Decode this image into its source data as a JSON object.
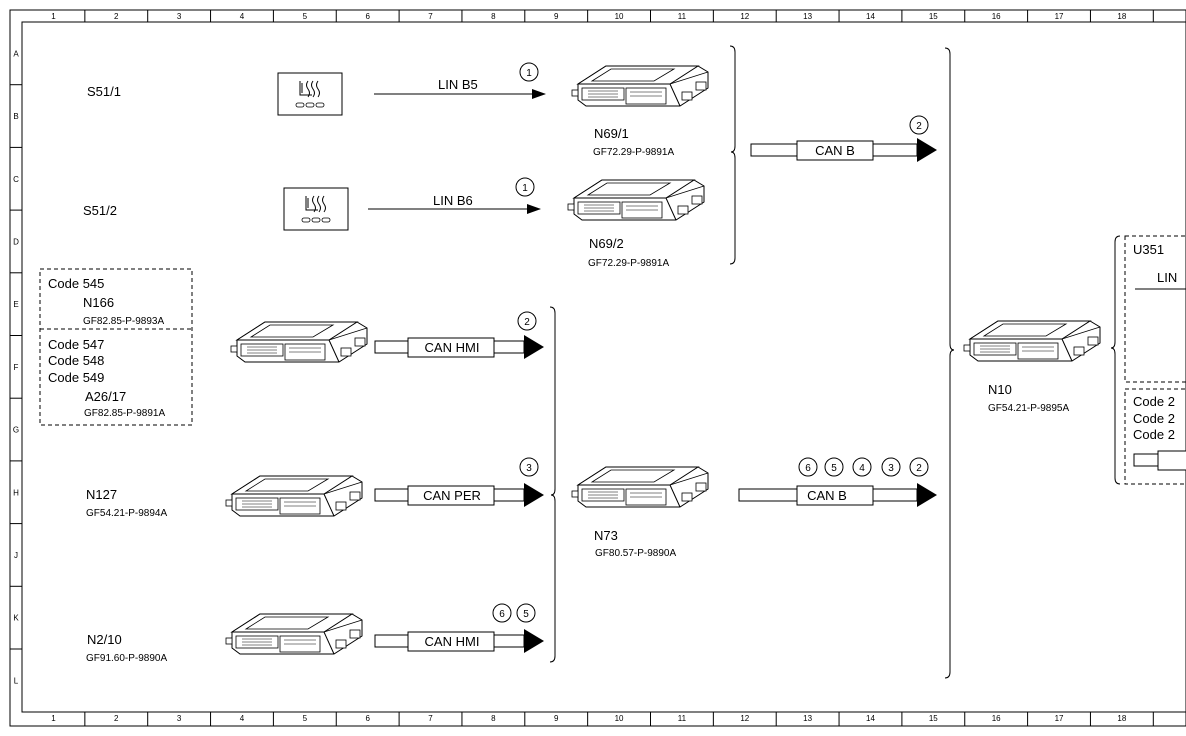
{
  "ruler": {
    "columns": [
      "1",
      "2",
      "3",
      "4",
      "5",
      "6",
      "7",
      "8",
      "9",
      "10",
      "11",
      "12",
      "13",
      "14",
      "15",
      "16",
      "17",
      "18"
    ],
    "rows": [
      "A",
      "B",
      "C",
      "D",
      "E",
      "F",
      "G",
      "H",
      "J",
      "K",
      "L"
    ]
  },
  "switches": [
    {
      "id": "s51-1",
      "label": "S51/1",
      "icon": "seat-heater-icon"
    },
    {
      "id": "s51-2",
      "label": "S51/2",
      "icon": "seat-heater-icon"
    }
  ],
  "modules": [
    {
      "id": "n69-1",
      "label": "N69/1",
      "part": "GF72.29-P-9891A"
    },
    {
      "id": "n69-2",
      "label": "N69/2",
      "part": "GF72.29-P-9891A"
    },
    {
      "id": "n166",
      "label": "N166",
      "part": "GF82.85-P-9893A"
    },
    {
      "id": "a26-17",
      "label": "A26/17",
      "part": "GF82.85-P-9891A"
    },
    {
      "id": "n127",
      "label": "N127",
      "part": "GF54.21-P-9894A"
    },
    {
      "id": "n2-10",
      "label": "N2/10",
      "part": "GF91.60-P-9890A"
    },
    {
      "id": "n73",
      "label": "N73",
      "part": "GF80.57-P-9890A"
    },
    {
      "id": "n10",
      "label": "N10",
      "part": "GF54.21-P-9895A"
    }
  ],
  "code_box": {
    "top_code": "Code 545",
    "bottom_codes": [
      "Code 547",
      "Code 548",
      "Code 549"
    ]
  },
  "buses": [
    {
      "id": "lin-b5",
      "label": "LIN B5",
      "circles": [
        "1"
      ]
    },
    {
      "id": "lin-b6",
      "label": "LIN B6",
      "circles": [
        "1"
      ]
    },
    {
      "id": "can-b-top",
      "label": "CAN B",
      "circles": [
        "2"
      ]
    },
    {
      "id": "can-hmi-1",
      "label": "CAN HMI",
      "circles": [
        "2"
      ]
    },
    {
      "id": "can-per",
      "label": "CAN PER",
      "circles": [
        "3"
      ]
    },
    {
      "id": "can-hmi-2",
      "label": "CAN HMI",
      "circles": [
        "6",
        "5"
      ]
    },
    {
      "id": "can-b-mid",
      "label": "CAN B",
      "circles": [
        "6",
        "5",
        "4",
        "3",
        "2"
      ]
    }
  ],
  "u351": {
    "label": "U351",
    "lin_label": "LIN",
    "codes": [
      "Code 2",
      "Code 2",
      "Code 2"
    ]
  }
}
